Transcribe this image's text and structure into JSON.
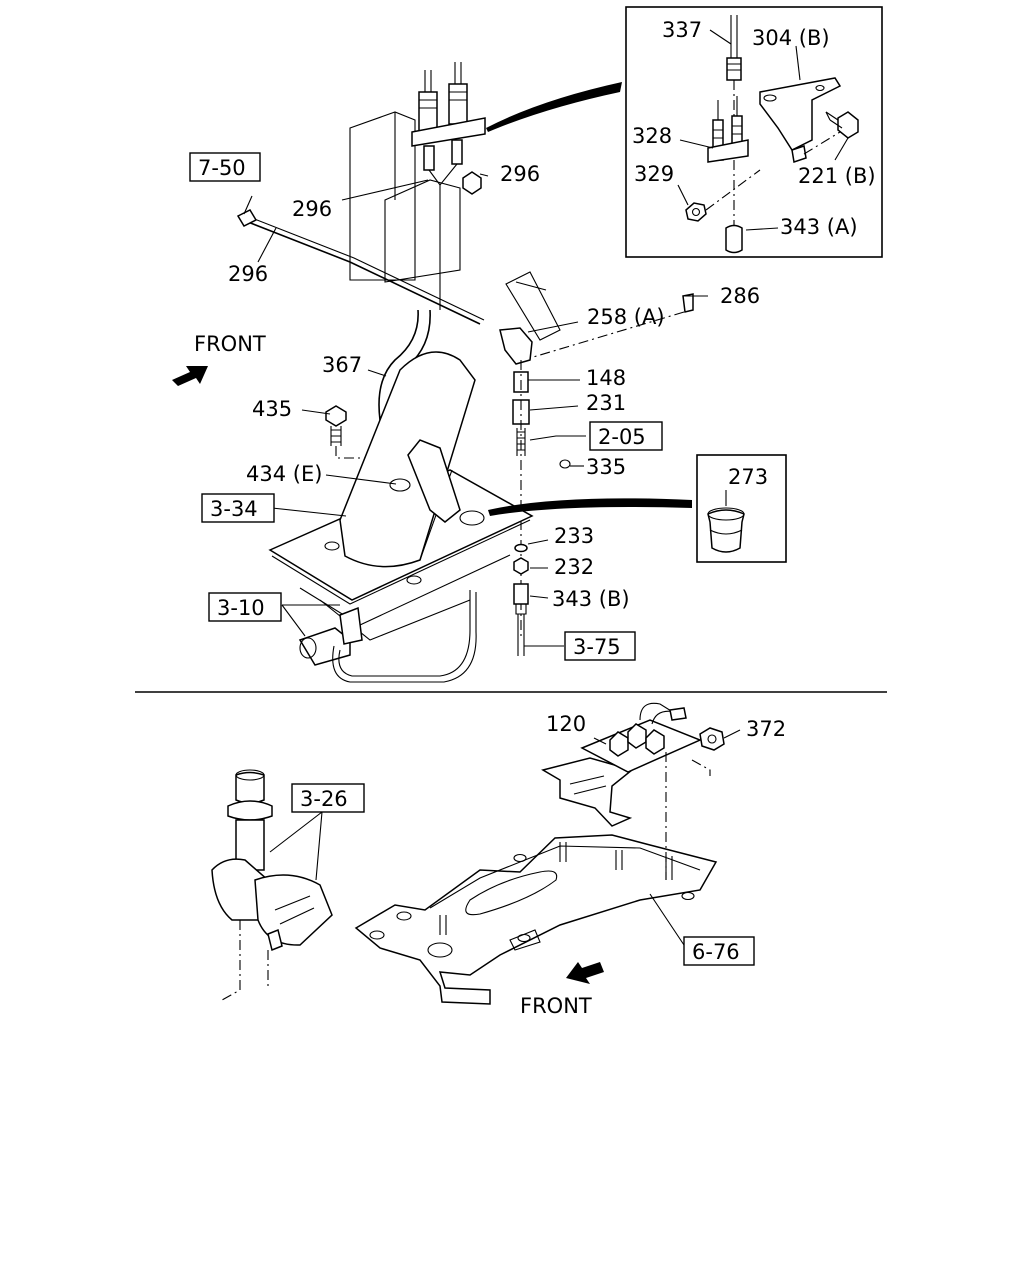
{
  "labels": {
    "p337": "337",
    "p304b": "304 (B)",
    "p328": "328",
    "p329": "329",
    "p221b": "221 (B)",
    "p343a": "343 (A)",
    "p296a": "296",
    "p296b": "296",
    "p296c": "296",
    "p286": "286",
    "p258a": "258 (A)",
    "p148": "148",
    "p231": "231",
    "p335": "335",
    "p367": "367",
    "p435": "435",
    "p434e": "434 (E)",
    "p273": "273",
    "p233": "233",
    "p232": "232",
    "p343b": "343 (B)",
    "p120": "120",
    "p372": "372"
  },
  "refs": {
    "r750": "7-50",
    "r205": "2-05",
    "r334": "3-34",
    "r310": "3-10",
    "r375": "3-75",
    "r326": "3-26",
    "r676": "6-76"
  },
  "front_top": "FRONT",
  "front_bottom": "FRONT"
}
